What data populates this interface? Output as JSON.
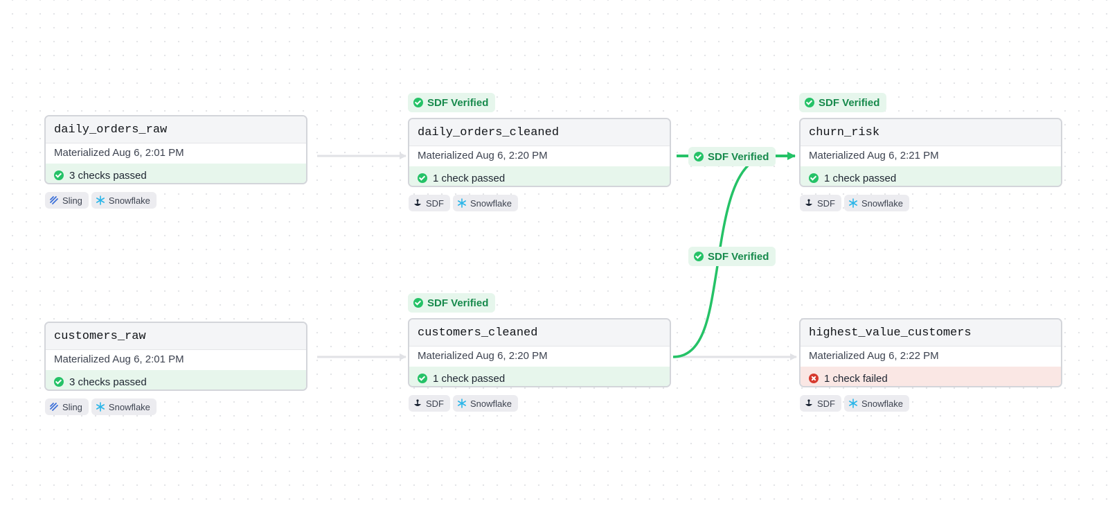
{
  "nodes": {
    "daily_orders_raw": {
      "title": "daily_orders_raw",
      "materialized": "Materialized Aug 6, 2:01 PM",
      "check": "3 checks passed",
      "tags": [
        "Sling",
        "Snowflake"
      ]
    },
    "customers_raw": {
      "title": "customers_raw",
      "materialized": "Materialized Aug 6, 2:01 PM",
      "check": "3 checks passed",
      "tags": [
        "Sling",
        "Snowflake"
      ]
    },
    "daily_orders_cleaned": {
      "title": "daily_orders_cleaned",
      "materialized": "Materialized Aug 6, 2:20 PM",
      "check": "1 check passed",
      "badge": "SDF Verified",
      "tags": [
        "SDF",
        "Snowflake"
      ]
    },
    "customers_cleaned": {
      "title": "customers_cleaned",
      "materialized": "Materialized Aug 6, 2:20 PM",
      "check": "1 check passed",
      "badge": "SDF Verified",
      "tags": [
        "SDF",
        "Snowflake"
      ]
    },
    "churn_risk": {
      "title": "churn_risk",
      "materialized": "Materialized Aug 6, 2:21 PM",
      "check": "1 check passed",
      "badge": "SDF Verified",
      "tags": [
        "SDF",
        "Snowflake"
      ]
    },
    "highest_value_customers": {
      "title": "highest_value_customers",
      "materialized": "Materialized Aug 6, 2:22 PM",
      "check": "1 check failed",
      "tags": [
        "SDF",
        "Snowflake"
      ]
    }
  },
  "edges": {
    "orders_to_churn_label": "SDF Verified",
    "customers_to_churn_label": "SDF Verified"
  },
  "colors": {
    "verified_green": "#25c267",
    "edge_gray": "#e1e2e6",
    "passed_bg": "#e7f6ec",
    "failed_bg": "#fae7e4",
    "failed_red": "#d63a2e"
  }
}
